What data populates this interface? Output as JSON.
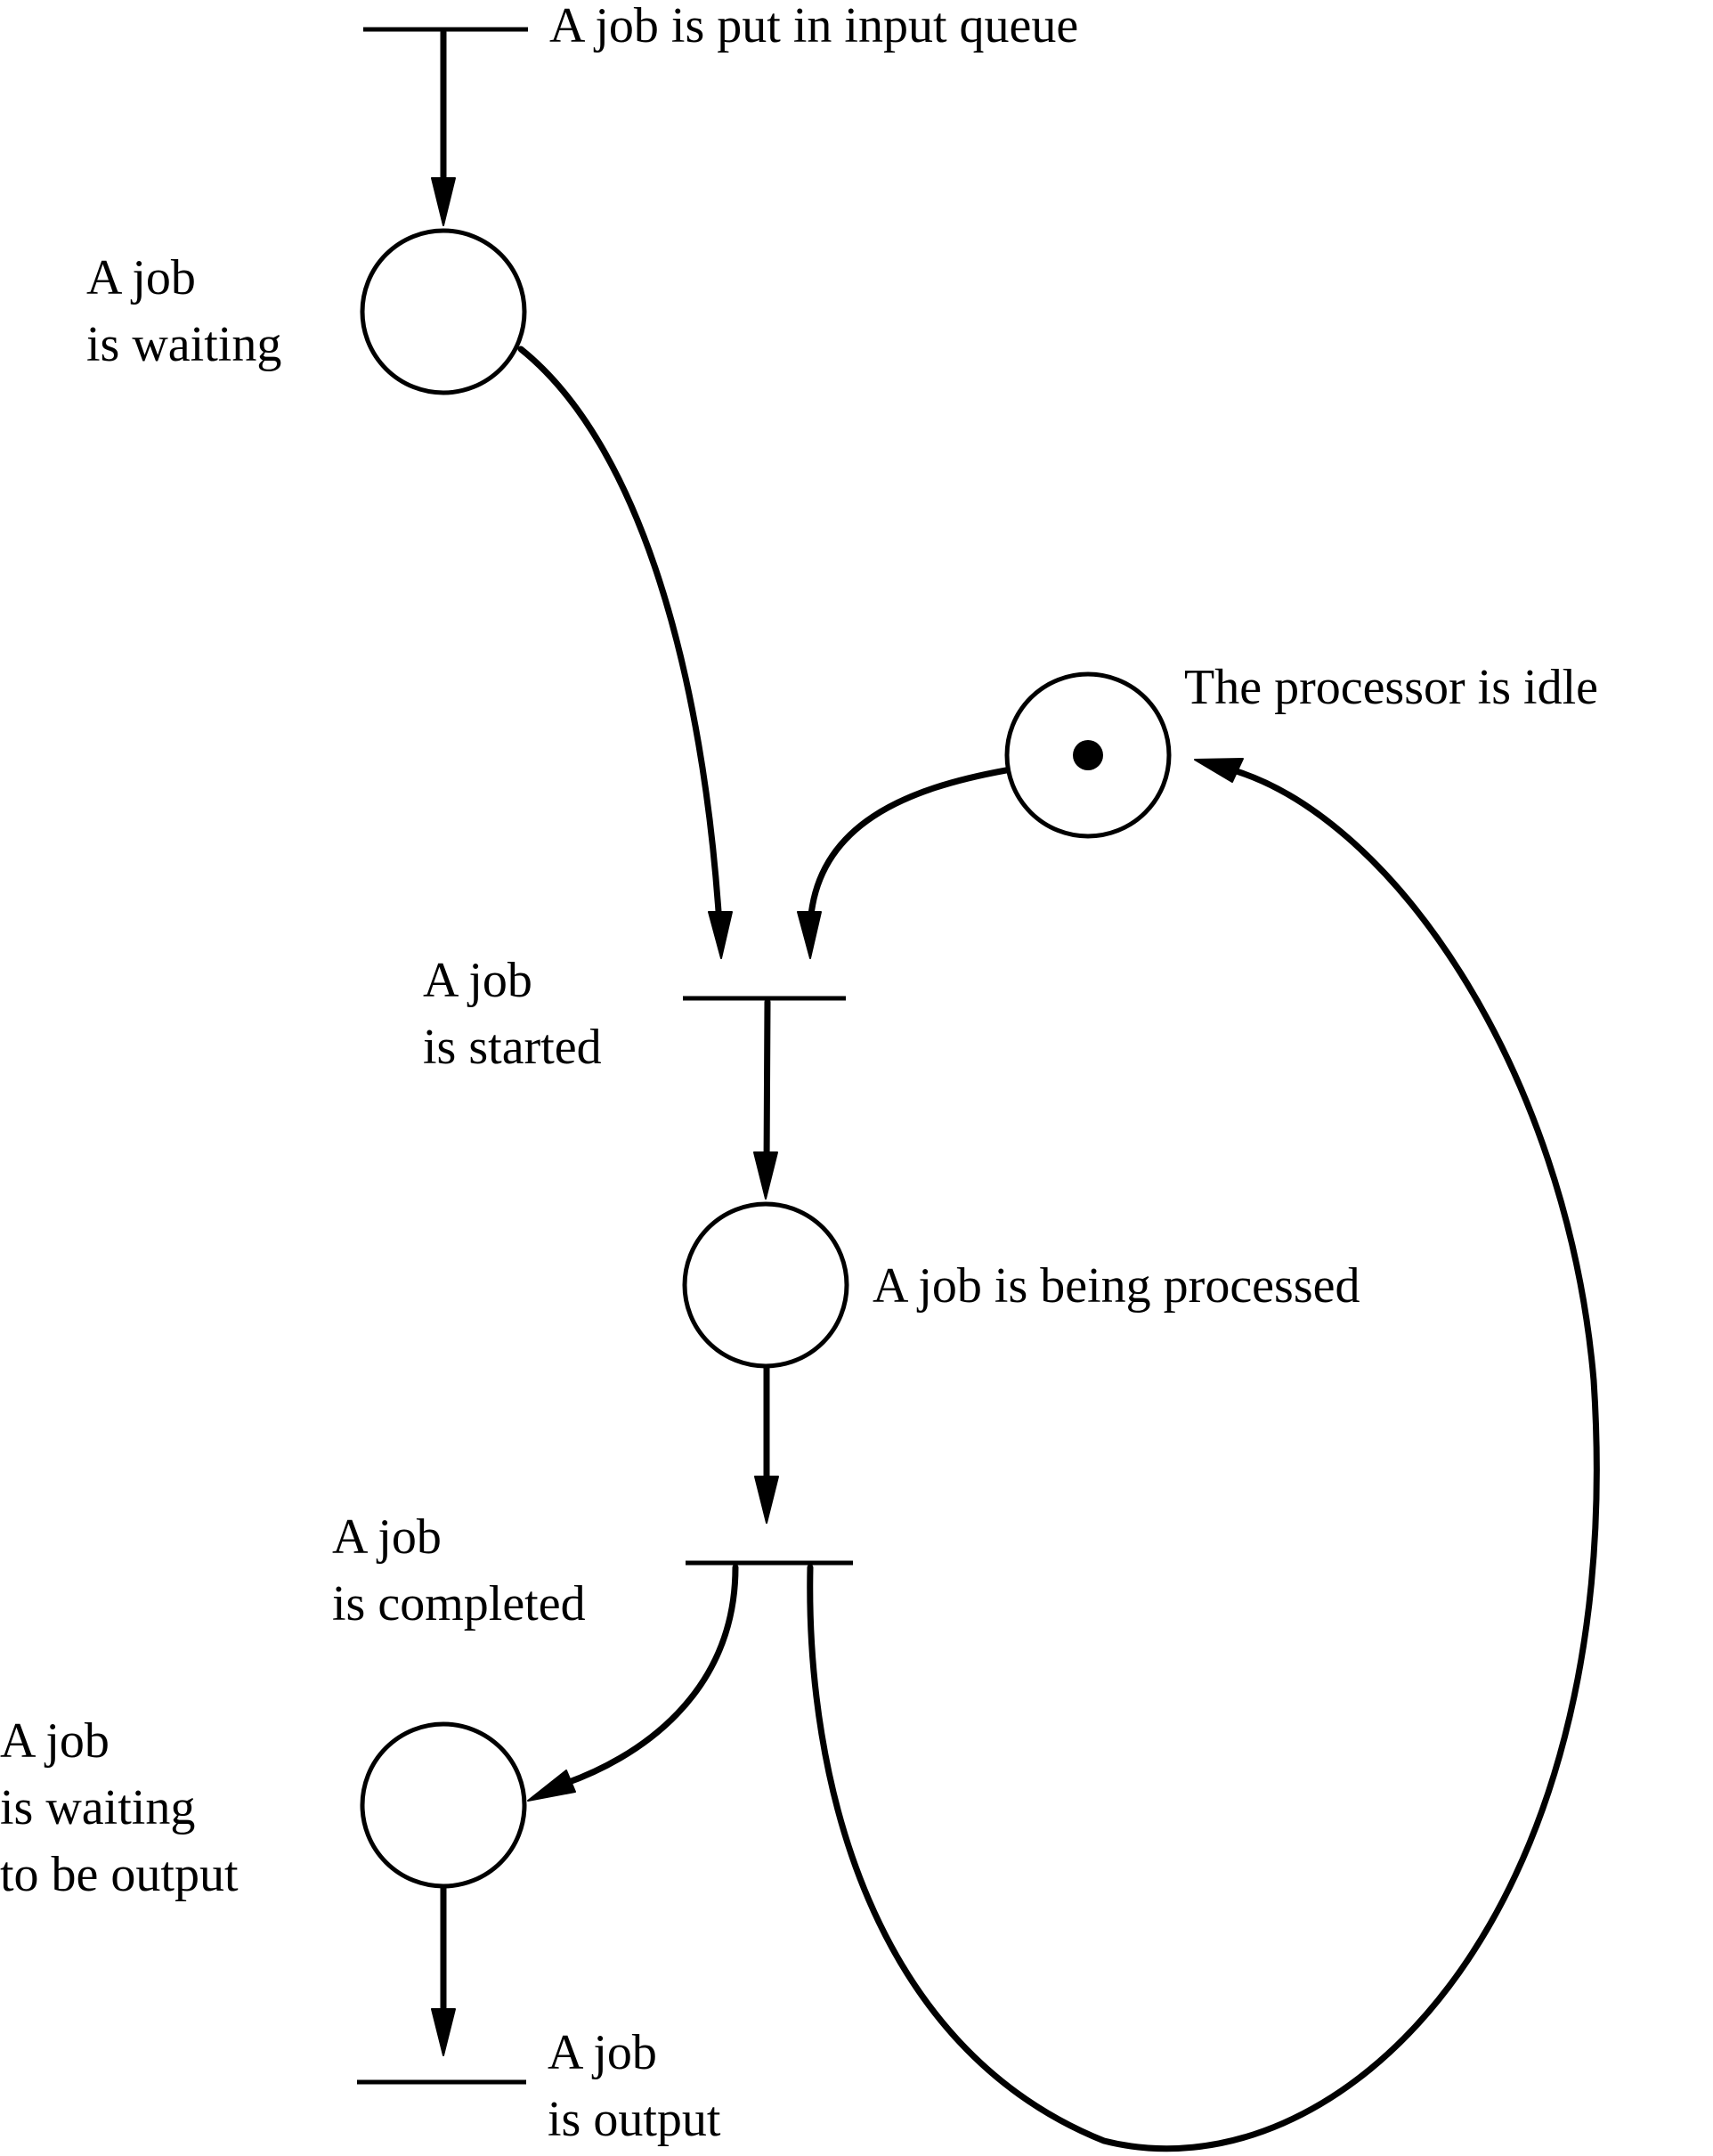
{
  "places": {
    "waiting": {
      "lines": [
        "A job",
        "is waiting"
      ],
      "tokens": 0
    },
    "idle": {
      "lines": [
        "The processor is idle"
      ],
      "tokens": 1
    },
    "processing": {
      "lines": [
        "A job is being processed"
      ],
      "tokens": 0
    },
    "output_wait": {
      "lines": [
        "A job",
        "is waiting",
        "to be output"
      ],
      "tokens": 0
    }
  },
  "transitions": {
    "input": {
      "lines": [
        "A job is put in input queue"
      ]
    },
    "start": {
      "lines": [
        "A job",
        "is started"
      ]
    },
    "complete": {
      "lines": [
        "A job",
        "is completed"
      ]
    },
    "output": {
      "lines": [
        "A job",
        "is output"
      ]
    }
  },
  "colors": {
    "ink": "#000000",
    "background": "#ffffff"
  }
}
